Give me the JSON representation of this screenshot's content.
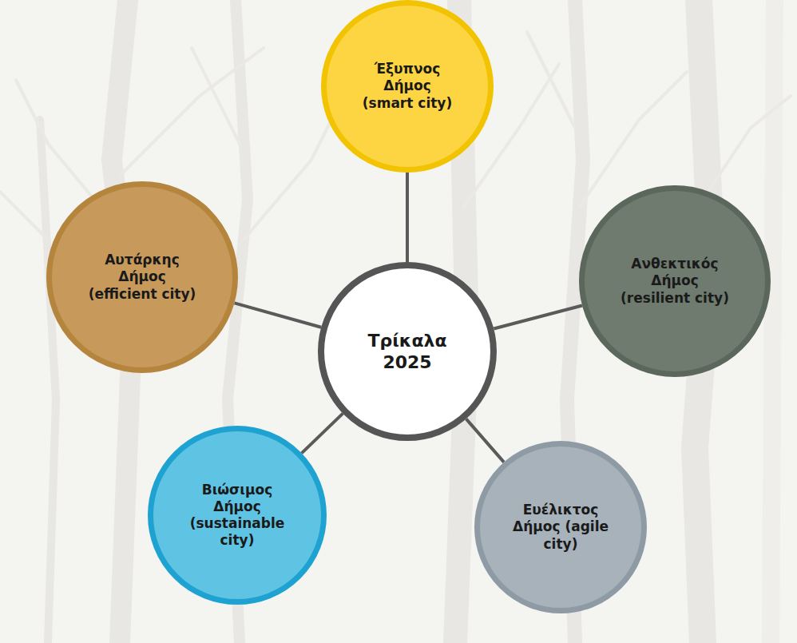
{
  "diagram": {
    "nodes": [
      {
        "text": [
          "Έξυπνος Δήμος (smart city)"
        ]
      },
      {
        "text": [
          "Αυτάρκης Δήμος (efficient city)"
        ]
      },
      {
        "text": [
          "Ανθεκτικός Δήμος (resilient city)"
        ]
      },
      {
        "text": [
          "Τρίκαλα 2025"
        ]
      },
      {
        "text": [
          "Βιώσιμος Δήμος (sustainable city)"
        ]
      },
      {
        "text": [
          "Ευέλικτος Δήμος (agile city)"
        ]
      }
    ],
    "edges": [
      {
        "from": 3,
        "to": 0,
        "arrow": "none"
      },
      {
        "from": 3,
        "to": 1,
        "arrow": "none"
      },
      {
        "from": 3,
        "to": 2,
        "arrow": "none"
      },
      {
        "from": 3,
        "to": 4,
        "arrow": "none"
      },
      {
        "from": 3,
        "to": 5,
        "arrow": "none"
      }
    ]
  }
}
